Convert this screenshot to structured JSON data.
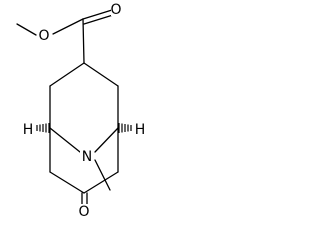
{
  "structure": {
    "atom_labels": {
      "ester_carbonyl_oxygen": "O",
      "ester_ether_oxygen": "O",
      "ketone_oxygen": "O",
      "bridge_nitrogen": "N"
    },
    "stereo_hydrogens": {
      "left_bridgehead": "H",
      "right_bridgehead": "H"
    }
  }
}
